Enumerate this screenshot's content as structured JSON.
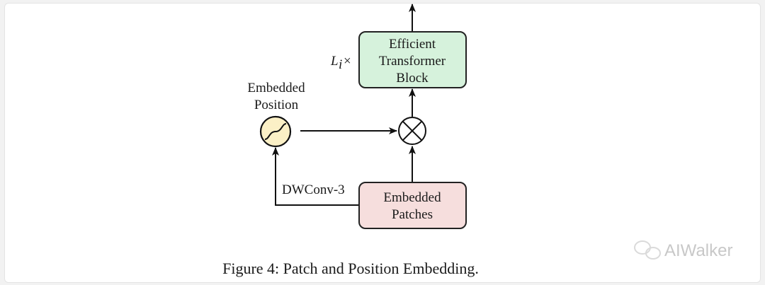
{
  "diagram": {
    "transformer_block": {
      "lines": [
        "Efficient",
        "Transformer",
        "Block"
      ],
      "fill": "#d6f2dc",
      "repeat_label": "L",
      "repeat_sub": "i",
      "repeat_symbol": "×"
    },
    "embedded_patches": {
      "lines": [
        "Embedded",
        "Patches"
      ],
      "fill": "#f6dedd"
    },
    "embedded_position": {
      "lines": [
        "Embedded",
        "Position"
      ],
      "fill": "#fbf0c6"
    },
    "operator_symbol": "⊗",
    "dwconv_label": "DWConv-3"
  },
  "caption": "Figure 4: Patch and Position Embedding.",
  "watermark": "AIWalker"
}
